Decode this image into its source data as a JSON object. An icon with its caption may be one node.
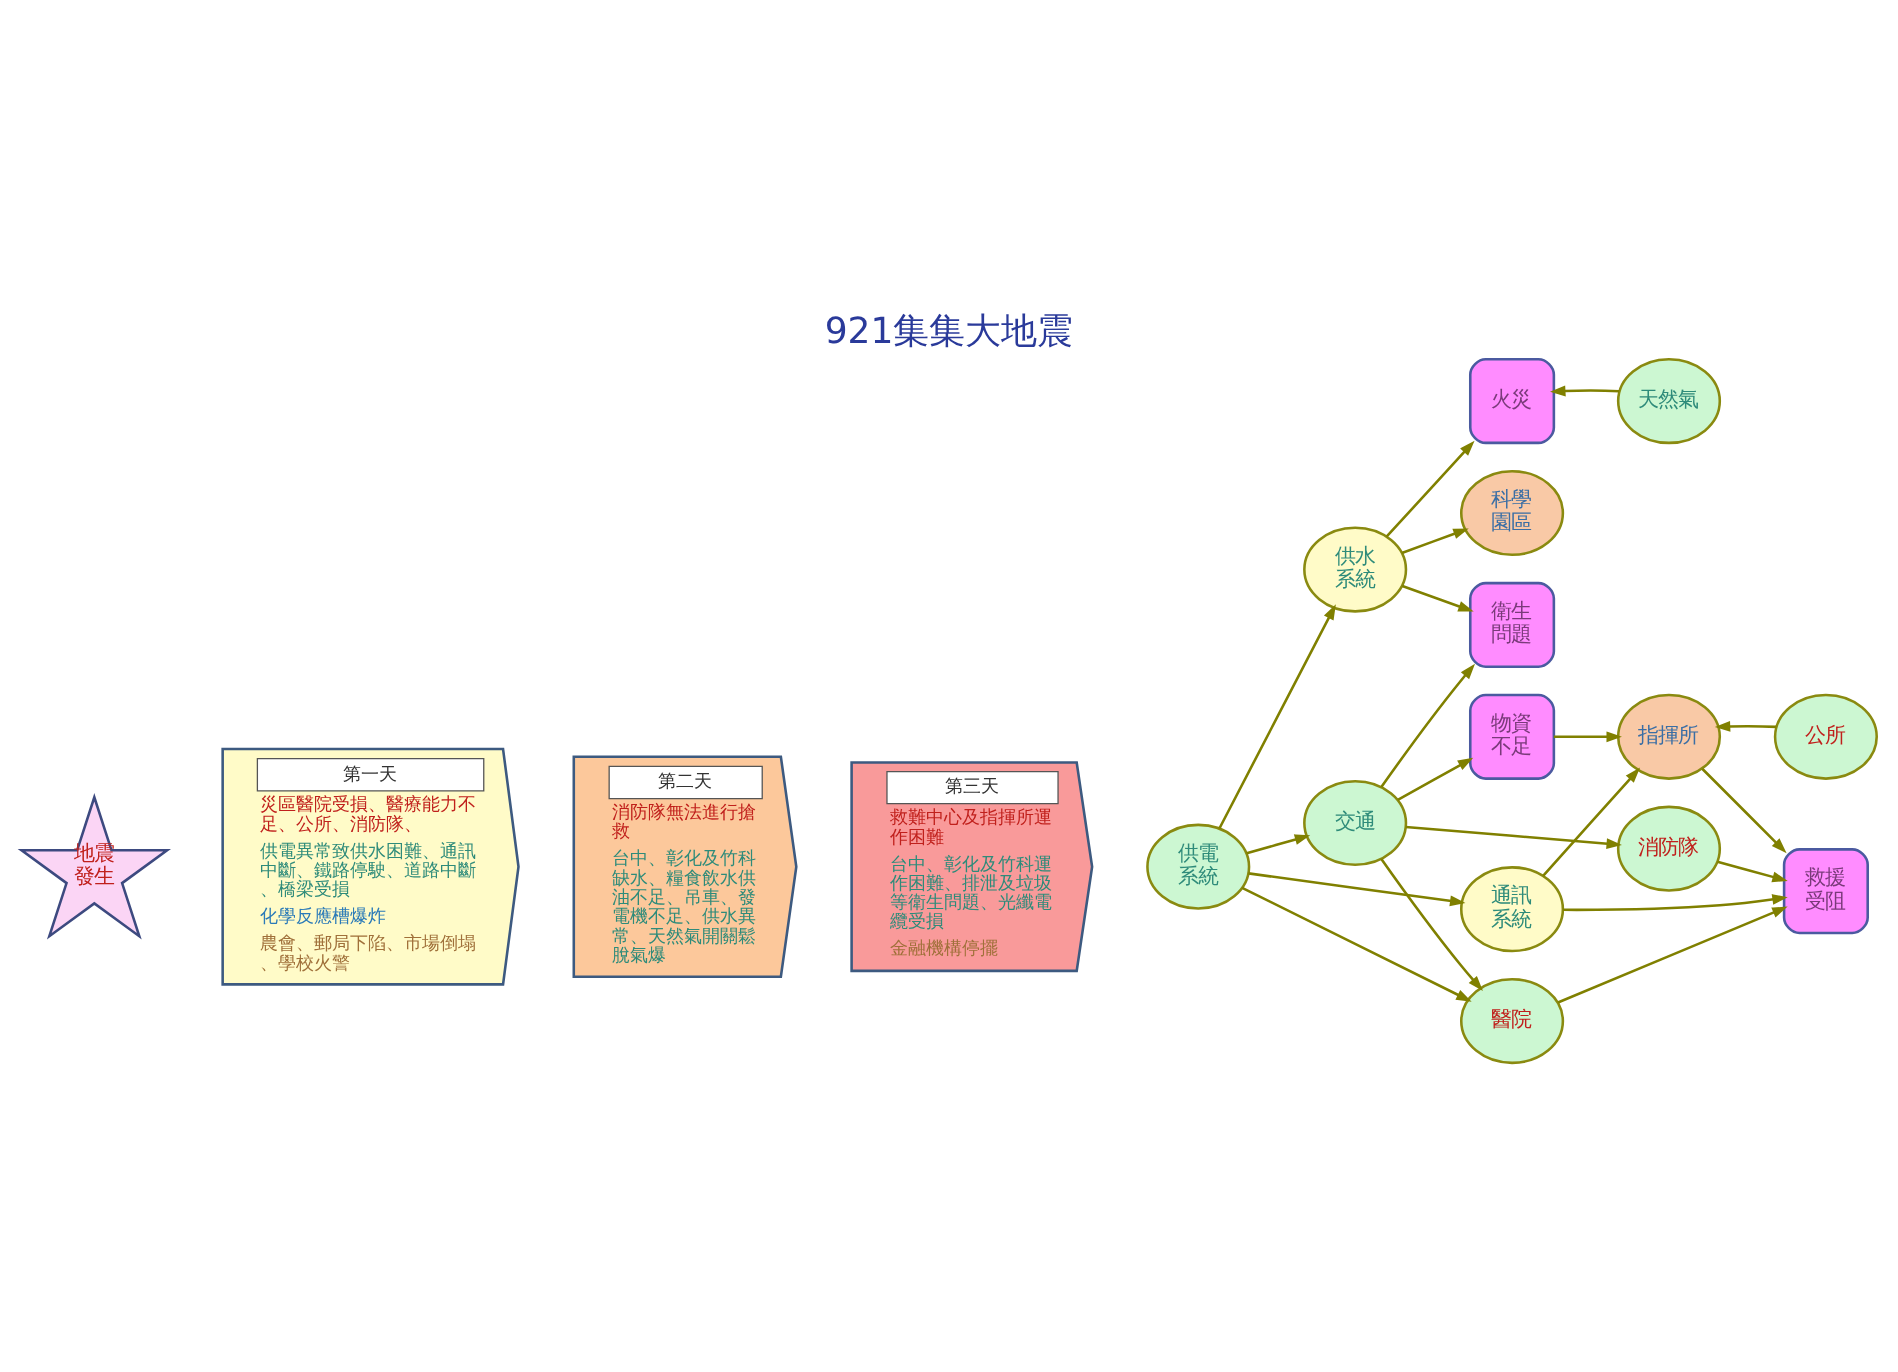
{
  "diagram": {
    "title": "921集集大地震",
    "nodes": [
      {
        "text": [
          "地震發生"
        ]
      },
      {
        "text": [
          "第一天",
          "災區醫院受損、醫療能力不足、公所、消防隊、",
          "供電異常致供水困難、通訊中斷、鐵路停駛、道路中斷、橋梁受損",
          "化學反應槽爆炸",
          "農會、郵局下陷、市場倒塌、學校火警"
        ]
      },
      {
        "text": [
          "第二天",
          "消防隊無法進行搶救",
          "台中、彰化及竹科缺水、糧食飲水供油不足、吊車、發電機不足、供水異常、天然氣開關鬆脫氣爆"
        ]
      },
      {
        "text": [
          "第三天",
          "救難中心及指揮所運作困難",
          "台中、彰化及竹科運作困難、排泄及垃圾等衛生問題、光纖電纜受損",
          "金融機構停擺"
        ]
      },
      {
        "text": [
          "供電系統"
        ]
      },
      {
        "text": [
          "供水系統"
        ]
      },
      {
        "text": [
          "科學園區"
        ]
      },
      {
        "text": [
          "火災"
        ]
      },
      {
        "text": [
          "天然氣"
        ]
      },
      {
        "text": [
          "醫院"
        ]
      },
      {
        "text": [
          "通訊系統"
        ]
      },
      {
        "text": [
          "衛生問題"
        ]
      },
      {
        "text": [
          "交通"
        ]
      },
      {
        "text": [
          "指揮所"
        ]
      },
      {
        "text": [
          "公所"
        ]
      },
      {
        "text": [
          "物資不足"
        ]
      },
      {
        "text": [
          "消防隊"
        ]
      },
      {
        "text": [
          "救援受阻"
        ]
      }
    ],
    "edges": [
      {
        "from": 4,
        "to": 5,
        "arrow": "to"
      },
      {
        "from": 4,
        "to": 10,
        "arrow": "to"
      },
      {
        "from": 4,
        "to": 9,
        "arrow": "to"
      },
      {
        "from": 4,
        "to": 12,
        "arrow": "to"
      },
      {
        "from": 12,
        "to": 9,
        "arrow": "to"
      },
      {
        "from": 12,
        "to": 16,
        "arrow": "to"
      },
      {
        "from": 5,
        "to": 6,
        "arrow": "to"
      },
      {
        "from": 5,
        "to": 7,
        "arrow": "to"
      },
      {
        "from": 5,
        "to": 11,
        "arrow": "to"
      },
      {
        "from": 10,
        "to": 13,
        "arrow": "to"
      },
      {
        "from": 10,
        "to": 17,
        "arrow": "to"
      },
      {
        "from": 9,
        "to": 17,
        "arrow": "to"
      },
      {
        "from": 12,
        "to": 11,
        "arrow": "to"
      },
      {
        "from": 12,
        "to": 15,
        "arrow": "to"
      },
      {
        "from": 16,
        "to": 17,
        "arrow": "to"
      },
      {
        "from": 13,
        "to": 17,
        "arrow": "to"
      },
      {
        "from": 8,
        "to": 7,
        "arrow": "to"
      },
      {
        "from": 14,
        "to": 13,
        "arrow": "to"
      },
      {
        "from": 15,
        "to": 13,
        "arrow": "to"
      }
    ]
  }
}
